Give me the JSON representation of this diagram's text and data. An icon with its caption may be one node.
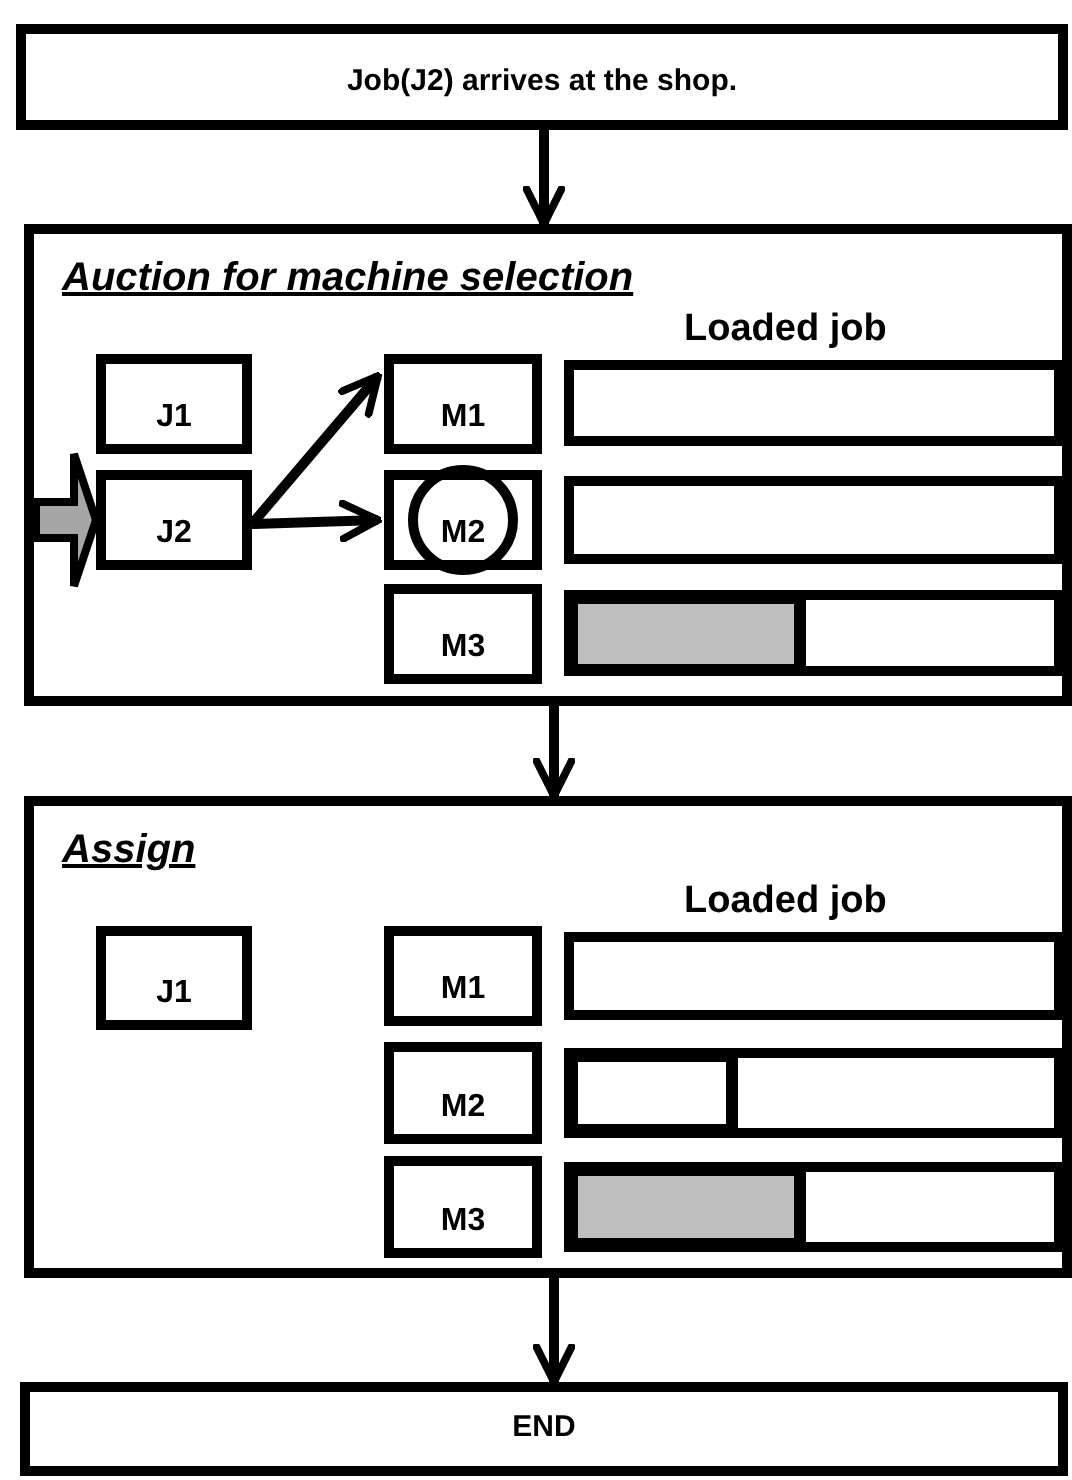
{
  "diagram": {
    "nodes": [
      {
        "text": [
          "Job(J2) arrives at the shop."
        ]
      },
      {
        "text": [
          "Auction for machine selection",
          "Loaded job"
        ]
      },
      {
        "text": [
          "J1"
        ],
        "in": 1
      },
      {
        "text": [
          "J2"
        ],
        "in": 1
      },
      {
        "text": [
          "M1"
        ],
        "in": 1
      },
      {
        "text": [
          "M2"
        ],
        "in": 1
      },
      {
        "text": [
          "M3"
        ],
        "in": 1
      },
      {
        "text": [],
        "shape": "box",
        "in": 1
      },
      {
        "text": [],
        "shape": "box",
        "in": 1
      },
      {
        "text": [],
        "shape": "box",
        "in": 1
      },
      {
        "text": [],
        "shape": "bar",
        "in": 9
      },
      {
        "text": [
          "Assign",
          "Loaded job"
        ]
      },
      {
        "text": [
          "J1"
        ],
        "in": 11
      },
      {
        "text": [
          "M1"
        ],
        "in": 11
      },
      {
        "text": [
          "M2"
        ],
        "in": 11
      },
      {
        "text": [
          "M3"
        ],
        "in": 11
      },
      {
        "text": [],
        "shape": "box",
        "in": 11
      },
      {
        "text": [],
        "shape": "box",
        "in": 11
      },
      {
        "text": [],
        "shape": "box",
        "in": 11
      },
      {
        "text": [],
        "shape": "bar",
        "in": 17
      },
      {
        "text": [],
        "shape": "bar",
        "in": 18
      },
      {
        "text": [
          "END"
        ]
      }
    ],
    "edges": [
      {
        "from": 0,
        "to": 1,
        "arrow": "to"
      },
      {
        "from": null,
        "to": 3,
        "arrow": "to",
        "style": "thick",
        "color": "#a6a6a6"
      },
      {
        "from": 3,
        "to": 4,
        "arrow": "to"
      },
      {
        "from": 3,
        "to": 5,
        "arrow": "to"
      },
      {
        "from": 1,
        "to": 11,
        "arrow": "to"
      },
      {
        "from": 11,
        "to": 21,
        "arrow": "to"
      }
    ]
  }
}
